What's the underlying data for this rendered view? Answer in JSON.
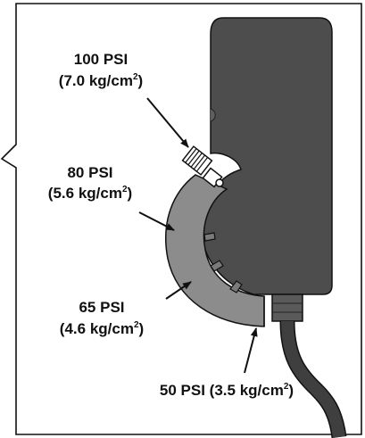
{
  "colors": {
    "background": "#ffffff",
    "frame": "#111111",
    "housing": "#4d4d4d",
    "collar": "#8c8c8c",
    "cable": "#3f3f3f",
    "text": "#111111"
  },
  "labels": {
    "psi_100": {
      "line1": "100 PSI",
      "line2_prefix": "(7.0 kg/cm",
      "line2_sup": "2",
      "line2_suffix": ")"
    },
    "psi_80": {
      "line1": "80 PSI",
      "line2_prefix": "(5.6 kg/cm",
      "line2_sup": "2",
      "line2_suffix": ")"
    },
    "psi_65": {
      "line1": "65 PSI",
      "line2_prefix": "(4.6 kg/cm",
      "line2_sup": "2",
      "line2_suffix": ")"
    },
    "psi_50": {
      "line1_prefix": "50 PSI (3.5 kg/cm",
      "line1_sup": "2",
      "line1_suffix": ")"
    }
  }
}
